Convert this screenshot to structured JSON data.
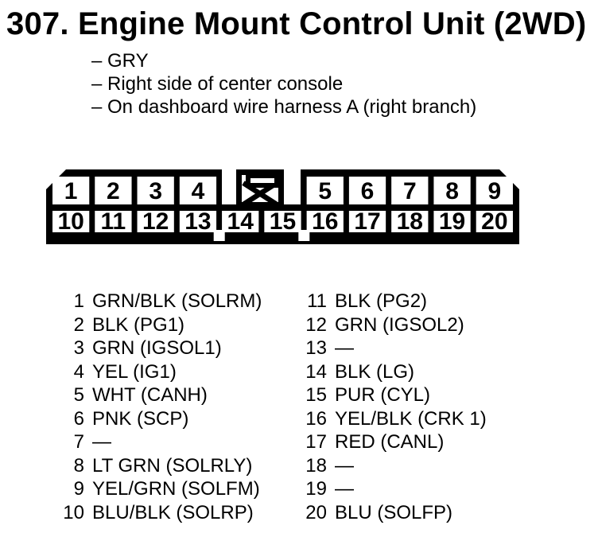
{
  "colors": {
    "ink": "#000000",
    "paper": "#ffffff"
  },
  "header": {
    "title": "307. Engine Mount Control Unit (2WD)",
    "bullets": [
      "– GRY",
      "– Right side of center console",
      "– On dashboard wire harness A (right branch)"
    ]
  },
  "connector": {
    "top_left_pins": [
      "1",
      "2",
      "3",
      "4"
    ],
    "top_right_pins": [
      "5",
      "6",
      "7",
      "8",
      "9"
    ],
    "bottom_pins": [
      "10",
      "11",
      "12",
      "13",
      "14",
      "15",
      "16",
      "17",
      "18",
      "19",
      "20"
    ],
    "key_icon": "keyway-cross-icon"
  },
  "pinout": {
    "left_column": [
      {
        "pin": "1",
        "label": "GRN/BLK (SOLRM)"
      },
      {
        "pin": "2",
        "label": "BLK (PG1)"
      },
      {
        "pin": "3",
        "label": "GRN (IGSOL1)"
      },
      {
        "pin": "4",
        "label": "YEL (IG1)"
      },
      {
        "pin": "5",
        "label": "WHT (CANH)"
      },
      {
        "pin": "6",
        "label": "PNK (SCP)"
      },
      {
        "pin": "7",
        "label": "—"
      },
      {
        "pin": "8",
        "label": "LT GRN (SOLRLY)"
      },
      {
        "pin": "9",
        "label": "YEL/GRN (SOLFM)"
      },
      {
        "pin": "10",
        "label": "BLU/BLK (SOLRP)"
      }
    ],
    "right_column": [
      {
        "pin": "11",
        "label": "BLK (PG2)"
      },
      {
        "pin": "12",
        "label": "GRN (IGSOL2)"
      },
      {
        "pin": "13",
        "label": "—"
      },
      {
        "pin": "14",
        "label": "BLK (LG)"
      },
      {
        "pin": "15",
        "label": "PUR (CYL)"
      },
      {
        "pin": "16",
        "label": "YEL/BLK (CRK 1)"
      },
      {
        "pin": "17",
        "label": "RED (CANL)"
      },
      {
        "pin": "18",
        "label": "—"
      },
      {
        "pin": "19",
        "label": "—"
      },
      {
        "pin": "20",
        "label": "BLU (SOLFP)"
      }
    ]
  }
}
